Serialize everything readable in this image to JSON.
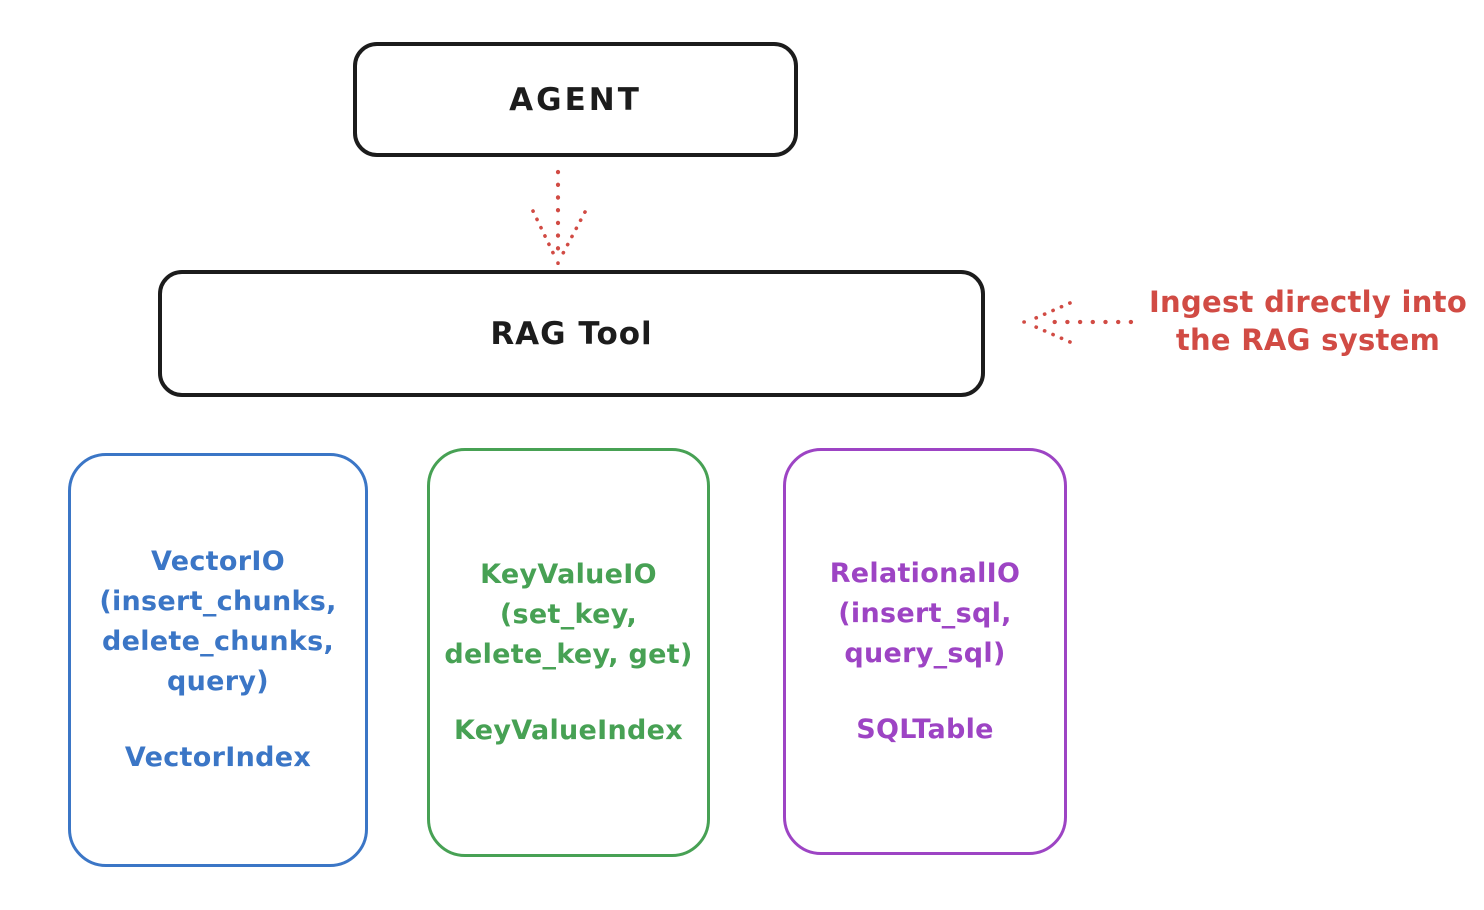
{
  "colors": {
    "ink": "#1c1c1c",
    "red": "#d14b44",
    "blue": "#3b76c6",
    "green": "#47a154",
    "purple": "#9d44c4",
    "background": "#ffffff"
  },
  "nodes": {
    "agent": {
      "label": "AGENT"
    },
    "rag_tool": {
      "label": "RAG Tool"
    }
  },
  "annotation": {
    "lines": [
      "Ingest directly into",
      "the RAG system"
    ]
  },
  "backends": [
    {
      "id": "vector-io",
      "color": "#3b76c6",
      "lines": [
        "VectorIO",
        "(insert_chunks,",
        "delete_chunks,",
        "query)"
      ],
      "index_label": "VectorIndex"
    },
    {
      "id": "keyvalue-io",
      "color": "#47a154",
      "lines": [
        "KeyValueIO",
        "(set_key,",
        "delete_key, get)"
      ],
      "index_label": "KeyValueIndex"
    },
    {
      "id": "relational-io",
      "color": "#9d44c4",
      "lines": [
        "RelationalIO",
        "(insert_sql,",
        "query_sql)"
      ],
      "index_label": "SQLTable"
    }
  ],
  "arrows": [
    {
      "name": "agent-to-rag-tool",
      "style": "dotted"
    },
    {
      "name": "annotation-to-rag-tool",
      "style": "dotted"
    }
  ]
}
